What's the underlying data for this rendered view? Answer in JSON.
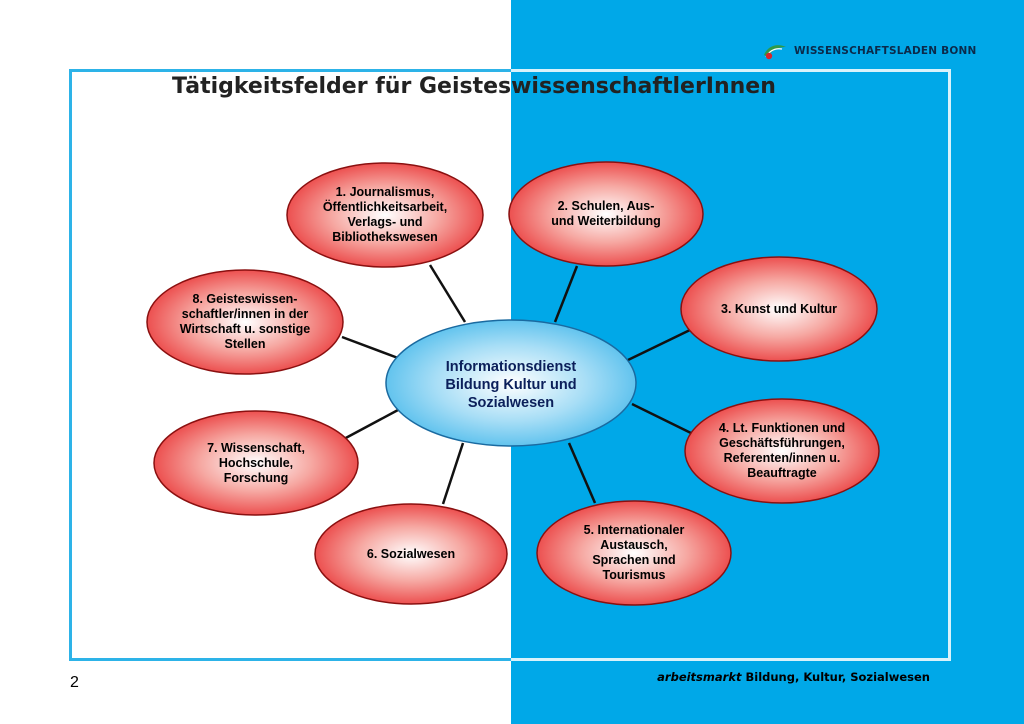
{
  "logo": {
    "text": "WISSENSCHAFTSLADEN BONN"
  },
  "title": "Tätigkeitsfelder für GeisteswissenschaftlerInnen",
  "center": {
    "lines": [
      "Informationsdienst",
      "Bildung Kultur und",
      "Sozialwesen"
    ]
  },
  "nodes": [
    {
      "lines": [
        "1. Journalismus,",
        "Öffentlichkeitsarbeit,",
        "Verlags- und",
        "Bibliothekswesen"
      ]
    },
    {
      "lines": [
        "2. Schulen, Aus-",
        "und Weiterbildung"
      ]
    },
    {
      "lines": [
        "3. Kunst und Kultur"
      ]
    },
    {
      "lines": [
        "4. Lt. Funktionen und",
        "Geschäftsführungen,",
        "Referenten/innen u.",
        "Beauftragte"
      ]
    },
    {
      "lines": [
        "5. Internationaler",
        "Austausch,",
        "Sprachen und",
        "Tourismus"
      ]
    },
    {
      "lines": [
        "6. Sozialwesen"
      ]
    },
    {
      "lines": [
        "7. Wissenschaft,",
        "Hochschule,",
        "Forschung"
      ]
    },
    {
      "lines": [
        "8. Geisteswissen-",
        "schaftler/innen in der",
        "Wirtschaft u. sonstige",
        "Stellen"
      ]
    }
  ],
  "footer": {
    "brand": "arbeitsmarkt",
    "rest": "Bildung, Kultur, Sozialwesen"
  },
  "page_number": "2",
  "colors": {
    "blue_panel": "#00a8e8",
    "node_fill": "#e8292b",
    "center_fill": "#5fc4f0"
  }
}
